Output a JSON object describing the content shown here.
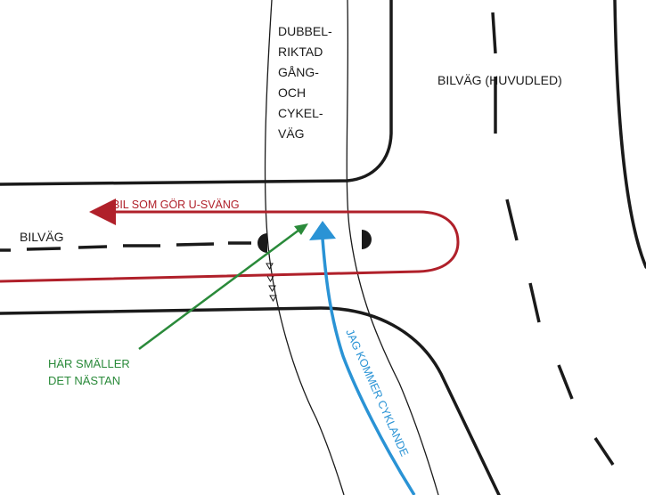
{
  "labels": {
    "cycle_path": [
      "DUBBEL-",
      "RIKTAD",
      "GÅNG-",
      "OCH",
      "CYKEL-",
      "VÄG"
    ],
    "main_road": "BILVÄG (HUVUDLED)",
    "side_road": "BILVÄG",
    "u_turn": "BIL SOM GÖR U-SVÄNG",
    "near_miss": [
      "HÄR SMÄLLER",
      "DET NÄSTAN"
    ],
    "cyclist": "JAG KOMMER CYKLANDE"
  },
  "colors": {
    "road": "#1a1a1a",
    "car": "#b0202a",
    "near_miss": "#2a8a3a",
    "cyclist": "#2a93d5"
  }
}
